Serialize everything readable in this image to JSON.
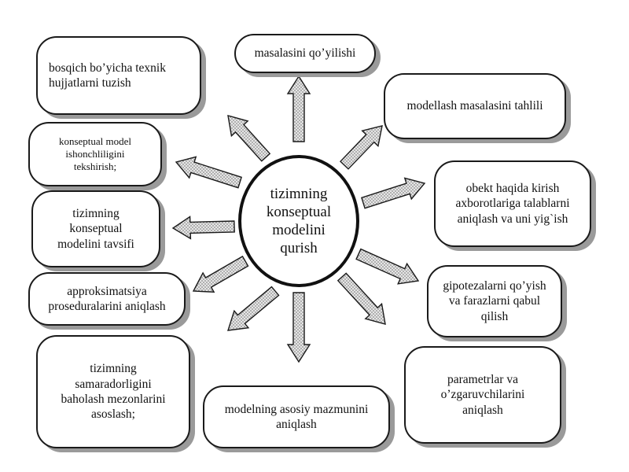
{
  "diagram": {
    "center": "tizimning\nkonseptual\nmodelini\nqurish",
    "nodes": {
      "top": "masalasini qo’yilishi",
      "top_left": "bosqich bo’yicha texnik\nhujjatlarni tuzish",
      "upper_left": "konseptual model\nishonchliligini\ntekshirish;",
      "mid_left": "tizimning\nkonseptual\nmodelini tavsifi",
      "lower_left": "approksimatsiya\nproseduralarini aniqlash",
      "bottom_left": "tizimning\nsamaradorligini\nbaholash mezonlarini\nasoslash;",
      "bottom": "modelning asosiy mazmunini\naniqlash",
      "upper_right": "modellash masalasini tahlili",
      "mid_right": "obekt haqida kirish\naxborotlariga talablarni\naniqlash va uni yig`ish",
      "lower_right": "gipotezalarni qo’yish\nva farazlarni qabul\nqilish",
      "bottom_right": "parametrlar va\no’zgaruvchilarini\naniqlash"
    },
    "arrow_fill": "#cfcfcf",
    "border_color": "#1a1a1a"
  }
}
